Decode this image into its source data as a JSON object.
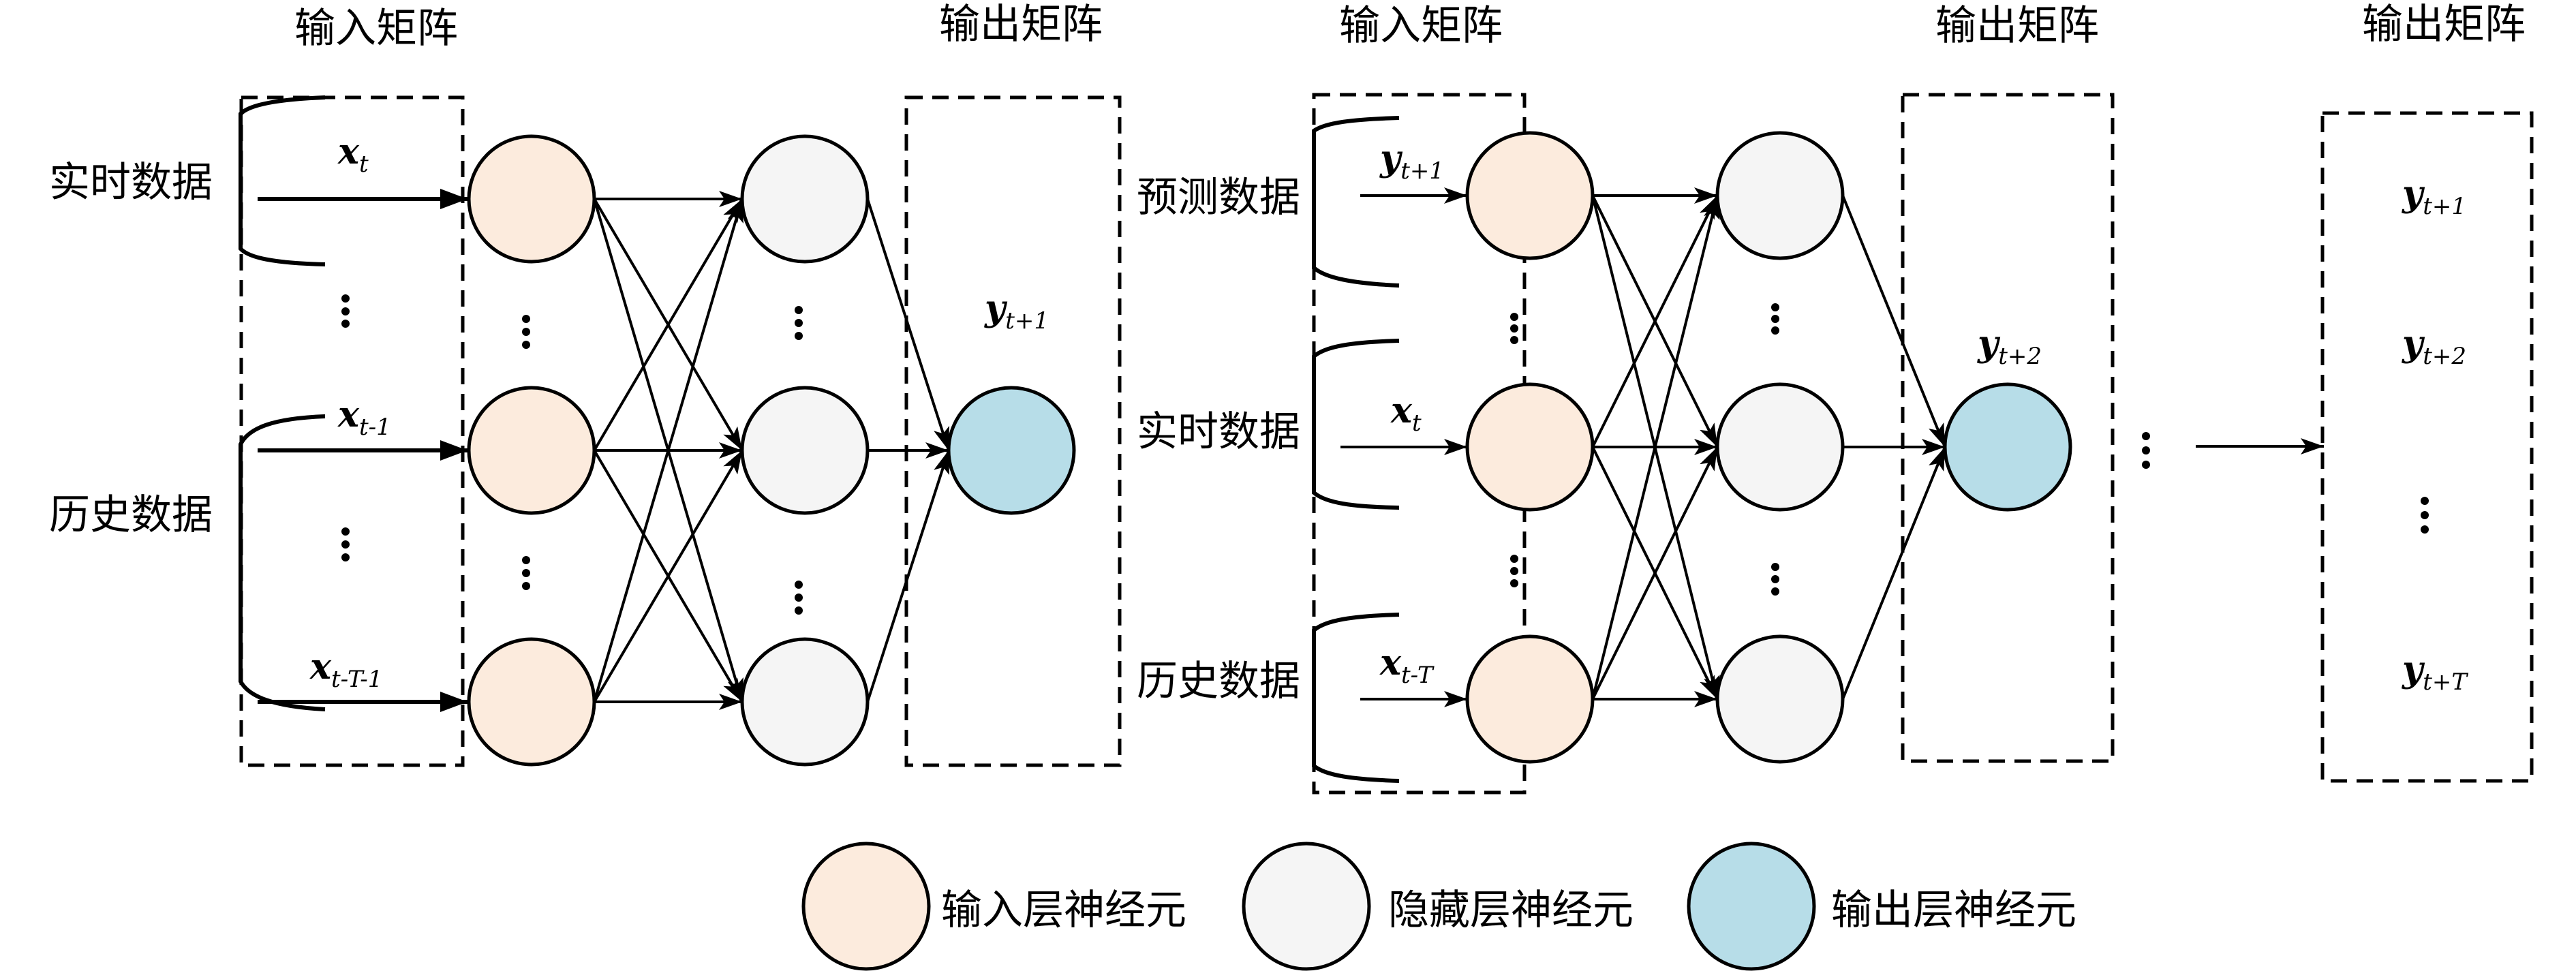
{
  "colors": {
    "input_neuron": "#FCEBDD",
    "hidden_neuron": "#F5F5F5",
    "output_neuron": "#B7DDE8",
    "stroke": "#000000"
  },
  "network1": {
    "input_matrix_title": "输入矩阵",
    "output_matrix_title": "输出矩阵",
    "groups": [
      {
        "label": "实时数据"
      },
      {
        "label": "历史数据"
      }
    ],
    "inputs": [
      {
        "symbol": "x",
        "subscript": "t"
      },
      {
        "symbol": "x",
        "subscript": "t-1"
      },
      {
        "symbol": "x",
        "subscript": "t-T-1"
      }
    ],
    "output": {
      "symbol": "y",
      "subscript": "t+1"
    }
  },
  "network2": {
    "input_matrix_title": "输入矩阵",
    "output_matrix_title": "输出矩阵",
    "groups": [
      {
        "label": "预测数据"
      },
      {
        "label": "实时数据"
      },
      {
        "label": "历史数据"
      }
    ],
    "inputs": [
      {
        "symbol": "y",
        "subscript": "t+1"
      },
      {
        "symbol": "x",
        "subscript": "t"
      },
      {
        "symbol": "x",
        "subscript": "t-T"
      }
    ],
    "output": {
      "symbol": "y",
      "subscript": "t+2"
    }
  },
  "final_output": {
    "title": "输出矩阵",
    "items": [
      {
        "symbol": "y",
        "subscript": "t+1"
      },
      {
        "symbol": "y",
        "subscript": "t+2"
      },
      {
        "symbol": "y",
        "subscript": "t+T"
      }
    ]
  },
  "legend": [
    {
      "kind": "input",
      "label": "输入层神经元"
    },
    {
      "kind": "hidden",
      "label": "隐藏层神经元"
    },
    {
      "kind": "output",
      "label": "输出层神经元"
    }
  ]
}
